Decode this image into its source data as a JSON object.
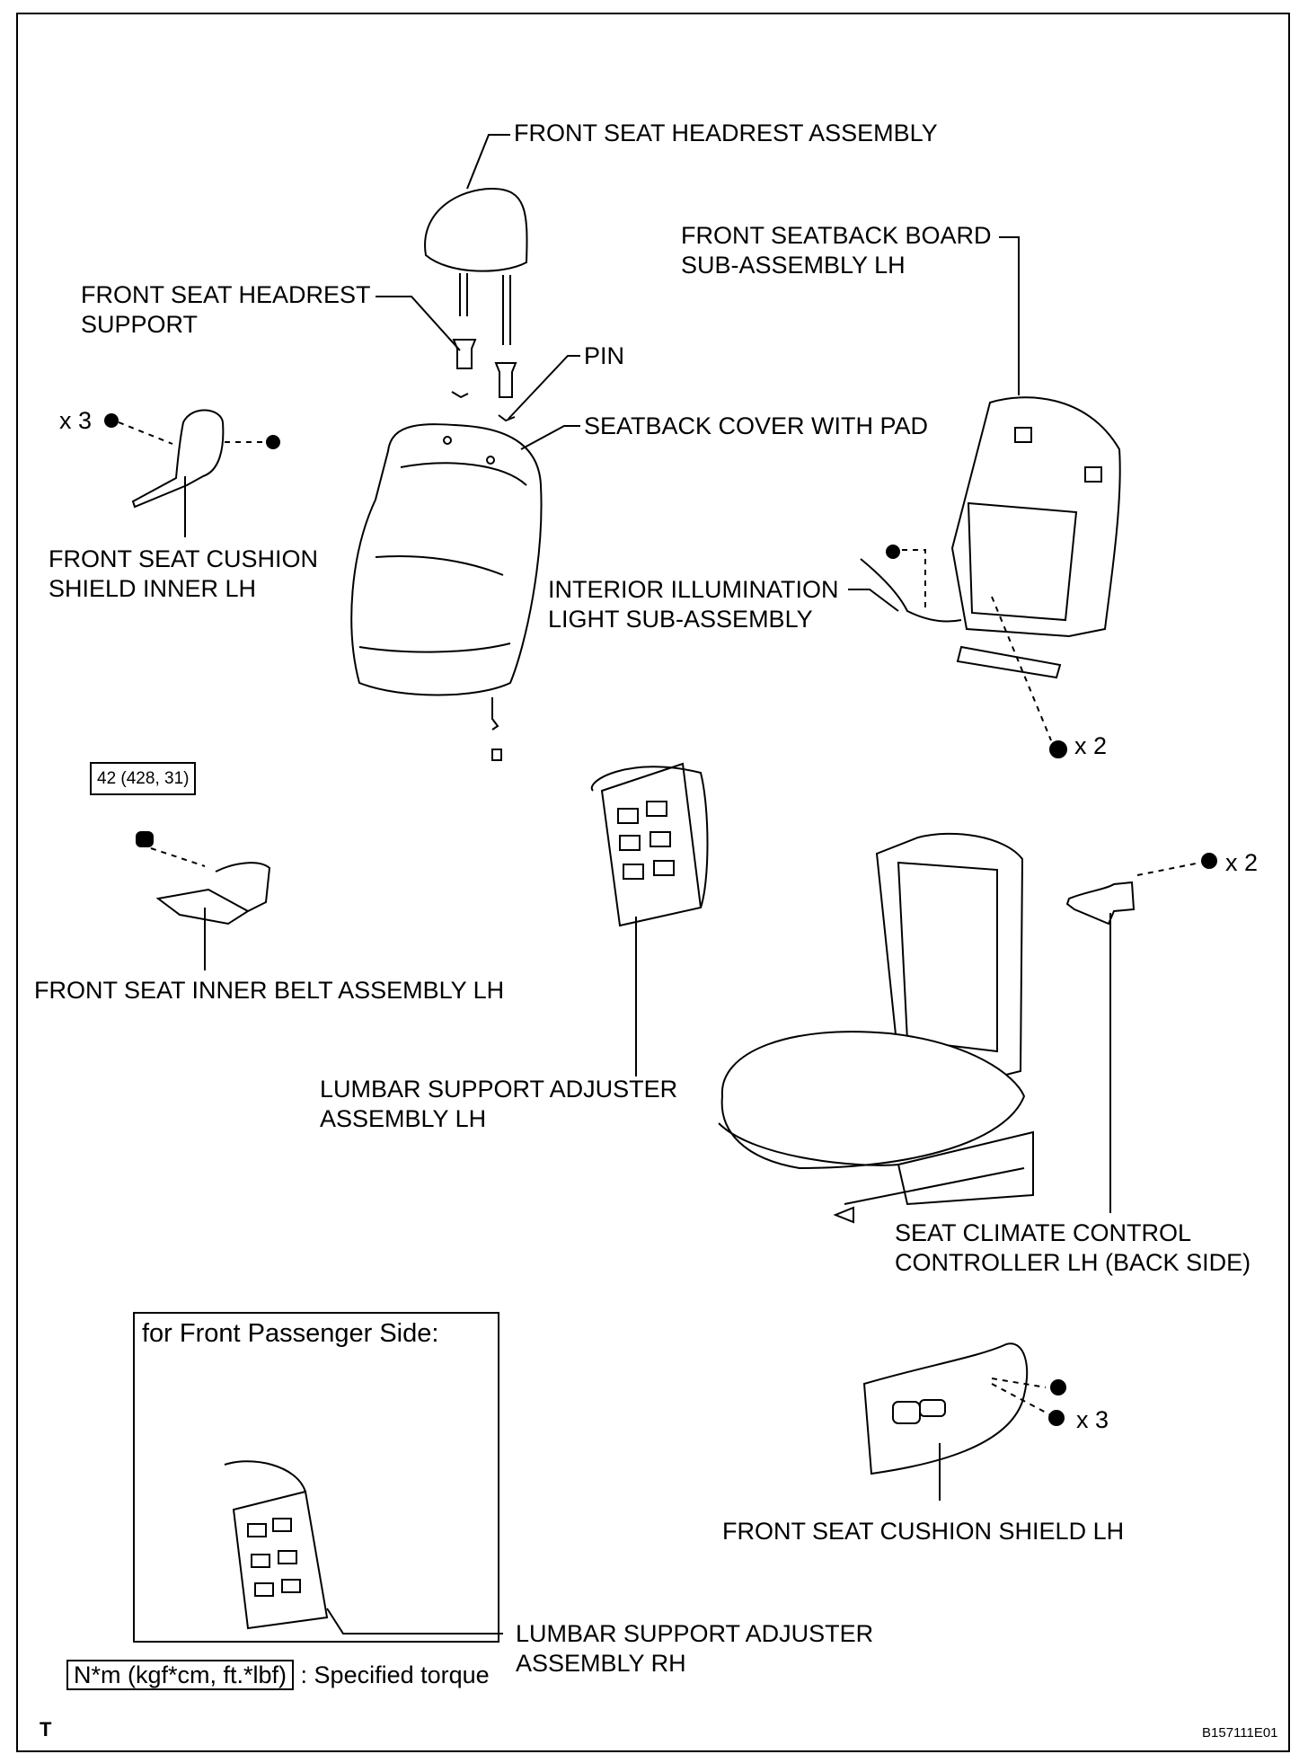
{
  "labels": {
    "headrest": "FRONT SEAT HEADREST ASSEMBLY",
    "headrest_support": [
      "FRONT SEAT HEADREST",
      "SUPPORT"
    ],
    "pin": "PIN",
    "seatback_cover": "SEATBACK COVER WITH PAD",
    "seatback_board": [
      "FRONT SEATBACK BOARD",
      "SUB-ASSEMBLY LH"
    ],
    "interior_light": [
      "INTERIOR ILLUMINATION",
      "LIGHT SUB-ASSEMBLY"
    ],
    "cushion_shield_inner": [
      "FRONT SEAT CUSHION",
      "SHIELD INNER LH"
    ],
    "inner_belt": "FRONT SEAT INNER BELT ASSEMBLY LH",
    "lumbar_lh": [
      "LUMBAR SUPPORT ADJUSTER",
      "ASSEMBLY LH"
    ],
    "seat_climate": [
      "SEAT CLIMATE CONTROL",
      "CONTROLLER LH (BACK SIDE)"
    ],
    "cushion_shield": "FRONT SEAT CUSHION SHIELD LH",
    "lumbar_rh": [
      "LUMBAR SUPPORT ADJUSTER",
      "ASSEMBLY RH"
    ],
    "passenger_title": "for Front Passenger Side:"
  },
  "quantities": {
    "inner_shield_bolts": "x 3",
    "board_bolts": "x 2",
    "climate_bolts": "x 2",
    "cushion_shield_bolts": "x 3"
  },
  "torque_value": "42 (428, 31)",
  "legend": {
    "unit": "N*m (kgf*cm, ft.*lbf)",
    "description": ": Specified torque"
  },
  "footer": {
    "left_mark": "T",
    "figure_code": "B157111E01"
  }
}
